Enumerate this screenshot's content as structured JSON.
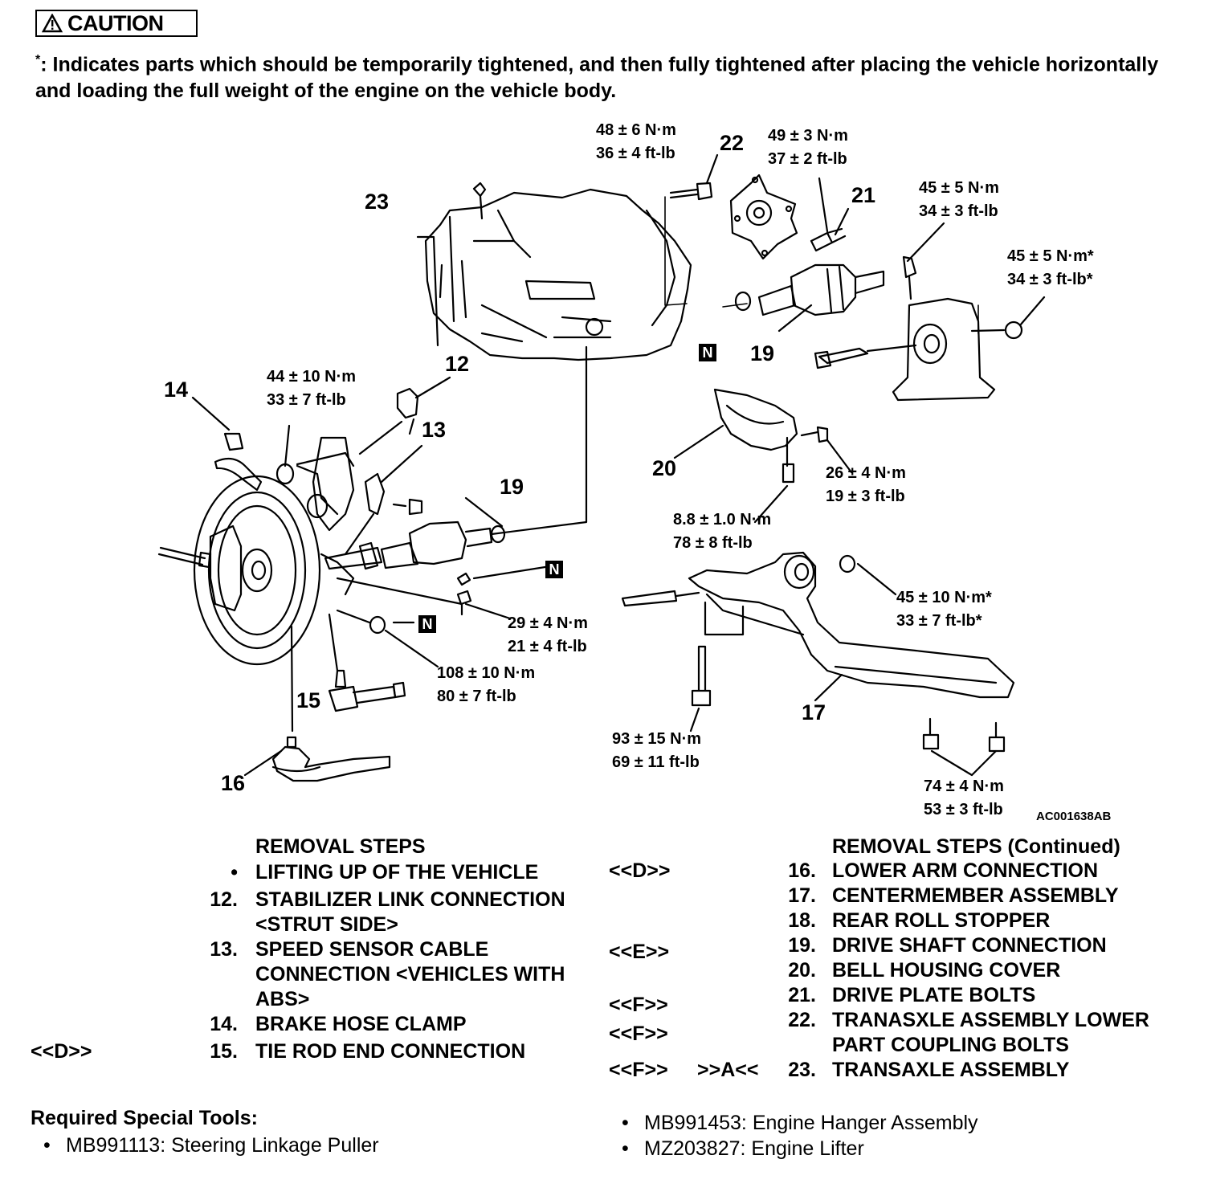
{
  "caution": {
    "title": "CAUTION",
    "note_mark": "*",
    "note": ": Indicates parts which should be temporarily tightened, and then fully tightened after placing the vehicle horizontally and loading the full weight of the engine on the vehicle body."
  },
  "callouts": {
    "c12": "12",
    "c13": "13",
    "c14": "14",
    "c15": "15",
    "c16": "16",
    "c17": "17",
    "c19a": "19",
    "c19b": "19",
    "c20": "20",
    "c21": "21",
    "c22": "22",
    "c23": "23",
    "n": "N"
  },
  "torques": {
    "t22": [
      "48 ± 6 N·m",
      "36 ± 4 ft-lb"
    ],
    "t21": [
      "49 ± 3 N·m",
      "37 ± 2 ft-lb"
    ],
    "t_rr1": [
      "45 ± 5 N·m",
      "34 ± 3 ft-lb"
    ],
    "t_rr2": [
      "45 ± 5 N·m*",
      "34 ± 3 ft-lb*"
    ],
    "t12": [
      "44 ± 10 N·m",
      "33 ± 7 ft-lb"
    ],
    "t20a": [
      "26 ± 4 N·m",
      "19 ± 3 ft-lb"
    ],
    "t20b": [
      "8.8 ± 1.0 N·m",
      "78 ± 8 ft-lb"
    ],
    "t17a": [
      "45 ± 10 N·m*",
      "33 ± 7 ft-lb*"
    ],
    "t_dr": [
      "29 ± 4 N·m",
      "21 ± 4 ft-lb"
    ],
    "t_la": [
      "108 ± 10 N·m",
      "80 ± 7 ft-lb"
    ],
    "t17b": [
      "93 ± 15 N·m",
      "69 ± 11 ft-lb"
    ],
    "t17c": [
      "74 ± 4 N·m",
      "53 ± 3 ft-lb"
    ]
  },
  "figure_code": "AC001638AB",
  "removal_left": {
    "heading": "REMOVAL STEPS",
    "steps": [
      {
        "num": "•",
        "text": "LIFTING UP OF THE VEHICLE",
        "tag": ""
      },
      {
        "num": "12.",
        "text": "STABILIZER LINK CONNECTION",
        "tag": ""
      },
      {
        "num": "",
        "text": "<STRUT SIDE>",
        "tag": ""
      },
      {
        "num": "13.",
        "text": "SPEED SENSOR CABLE",
        "tag": ""
      },
      {
        "num": "",
        "text": "CONNECTION <VEHICLES WITH",
        "tag": ""
      },
      {
        "num": "",
        "text": "ABS>",
        "tag": ""
      },
      {
        "num": "14.",
        "text": "BRAKE HOSE CLAMP",
        "tag": ""
      },
      {
        "num": "15.",
        "text": "TIE ROD END CONNECTION",
        "tag": "<<D>>"
      }
    ]
  },
  "removal_right": {
    "heading": "REMOVAL STEPS (Continued)",
    "steps": [
      {
        "num": "16.",
        "text": "LOWER ARM CONNECTION",
        "tag": "<<D>>",
        "tag2": ""
      },
      {
        "num": "17.",
        "text": "CENTERMEMBER ASSEMBLY",
        "tag": "",
        "tag2": ""
      },
      {
        "num": "18.",
        "text": "REAR ROLL STOPPER",
        "tag": "",
        "tag2": ""
      },
      {
        "num": "19.",
        "text": "DRIVE SHAFT CONNECTION",
        "tag": "<<E>>",
        "tag2": ""
      },
      {
        "num": "20.",
        "text": "BELL HOUSING COVER",
        "tag": "",
        "tag2": ""
      },
      {
        "num": "21.",
        "text": "DRIVE PLATE BOLTS",
        "tag": "<<F>>",
        "tag2": ""
      },
      {
        "num": "22.",
        "text": "TRANASXLE ASSEMBLY LOWER",
        "tag": "<<F>>",
        "tag2": ""
      },
      {
        "num": "",
        "text": "PART COUPLING BOLTS",
        "tag": "",
        "tag2": ""
      },
      {
        "num": "23.",
        "text": "TRANSAXLE ASSEMBLY",
        "tag": "<<F>>",
        "tag2": ">>A<<"
      }
    ]
  },
  "tools": {
    "heading": "Required Special Tools:",
    "left": [
      "MB991113: Steering Linkage Puller"
    ],
    "right": [
      "MB991453: Engine Hanger Assembly",
      "MZ203827: Engine Lifter"
    ]
  }
}
